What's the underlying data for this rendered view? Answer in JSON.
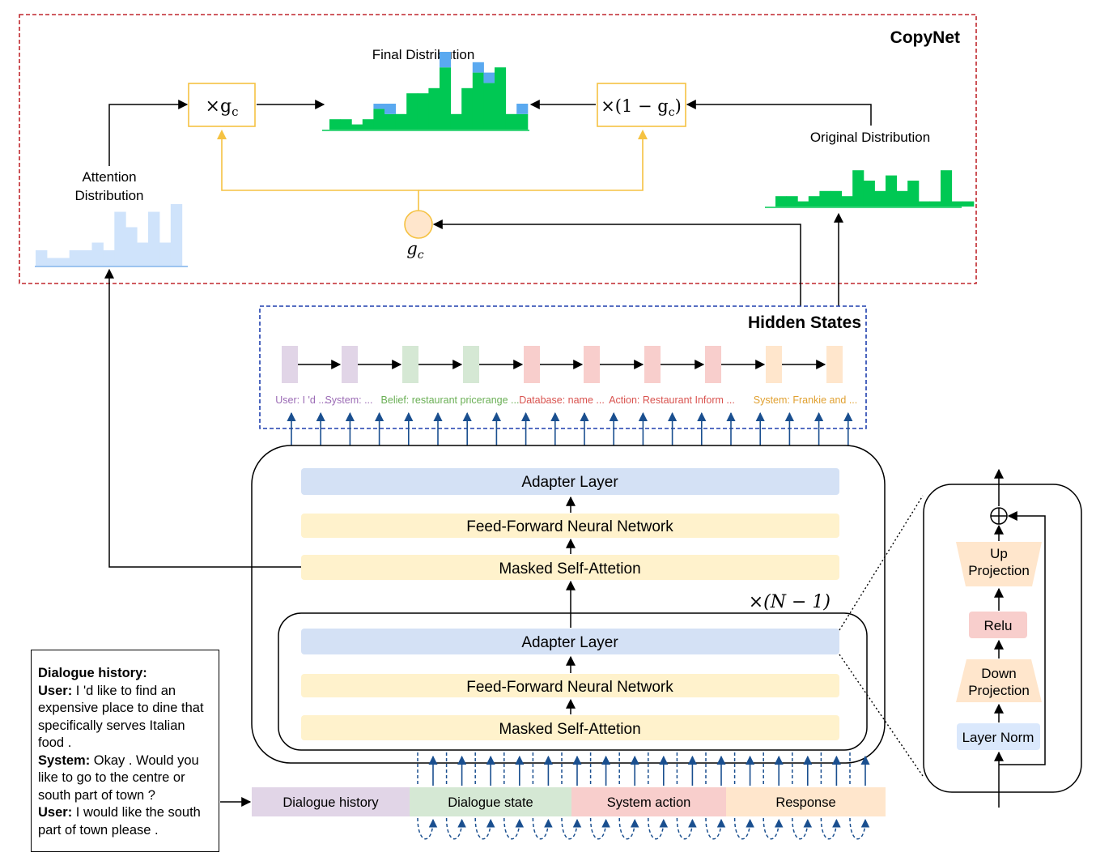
{
  "copynet": {
    "title": "CopyNet",
    "final_distribution": "Final Distribution",
    "original_distribution": "Original Distribution",
    "attention_distribution_line1": "Attention",
    "attention_distribution_line2": "Distribution",
    "gate_label": "g",
    "gate_sub": "c",
    "mult_gc": "×g",
    "mult_one_minus_open": "×(1 − g",
    "mult_one_minus_close": ")"
  },
  "hidden_states": {
    "title": "Hidden States",
    "tokens": [
      {
        "text": "User: I 'd ...",
        "color": "#9b6bb5"
      },
      {
        "text": "System: ...",
        "color": "#9b6bb5"
      },
      {
        "text": "Belief: restaurant pricerange ...",
        "color": "#6aaf55"
      },
      {
        "text": "Database: name ...",
        "color": "#d9534f"
      },
      {
        "text": "Action: Restaurant Inform ...",
        "color": "#d9534f"
      },
      {
        "text": "System: Frankie and ...",
        "color": "#e0a030"
      }
    ],
    "vector_colors": [
      "#e1d5e7",
      "#e1d5e7",
      "#d5e8d4",
      "#d5e8d4",
      "#f8cecc",
      "#f8cecc",
      "#f8cecc",
      "#f8cecc",
      "#ffe6cc",
      "#ffe6cc"
    ]
  },
  "transformer": {
    "outer": {
      "adapter": "Adapter Layer",
      "ffn": "Feed-Forward Neural Network",
      "attention": "Masked Self-Attetion"
    },
    "inner": {
      "adapter": "Adapter Layer",
      "ffn": "Feed-Forward Neural Network",
      "attention": "Masked Self-Attetion"
    },
    "repeat_label": "×(N − 1)"
  },
  "adapter_detail": {
    "up_line1": "Up",
    "up_line2": "Projection",
    "relu": "Relu",
    "down_line1": "Down",
    "down_line2": "Projection",
    "layer_norm": "Layer Norm"
  },
  "input_segments": [
    {
      "label": "Dialogue history",
      "color": "#e1d5e7"
    },
    {
      "label": "Dialogue state",
      "color": "#d5e8d4"
    },
    {
      "label": "System action",
      "color": "#f8cecc"
    },
    {
      "label": "Response",
      "color": "#ffe6cc"
    }
  ],
  "dialogue_box": {
    "heading": "Dialogue history:",
    "turns": [
      {
        "speaker": "User:",
        "text": " I 'd like to find an expensive place to dine that specifically serves Italian food ."
      },
      {
        "speaker": "System:",
        "text": " Okay . Would you like to go to the centre or south part of town ?"
      },
      {
        "speaker": "User:",
        "text": " I would like the south part of town please ."
      }
    ]
  },
  "colors": {
    "copynet_border": "#c0272d",
    "hidden_border": "#1f3fae",
    "gate_yellow": "#f5c242",
    "green_bar": "#00c853",
    "blue_bar": "#5aa9f0",
    "attention_bar": "#cfe3fb",
    "arrow_blue": "#1a4f8f",
    "adapter_fill": "#d4e1f5",
    "ffn_fill": "#fff2cc"
  },
  "chart_data": [
    {
      "type": "bar",
      "name": "final",
      "values": [
        2,
        2,
        1,
        2,
        4,
        3,
        3,
        7,
        7,
        8,
        12,
        3,
        8,
        11,
        9,
        12,
        3,
        3
      ],
      "highlight": [
        null,
        null,
        null,
        null,
        1,
        2,
        null,
        null,
        null,
        null,
        3,
        null,
        null,
        2,
        2,
        null,
        null,
        2
      ]
    },
    {
      "type": "bar",
      "name": "original",
      "values": [
        2,
        2,
        1,
        2,
        3,
        3,
        2,
        7,
        5,
        3,
        6,
        3,
        5,
        1,
        1,
        7,
        1,
        1
      ]
    },
    {
      "type": "bar",
      "name": "attention",
      "values": [
        2,
        1,
        1,
        2,
        2,
        3,
        2,
        7,
        5,
        3,
        7,
        3,
        8
      ]
    }
  ]
}
